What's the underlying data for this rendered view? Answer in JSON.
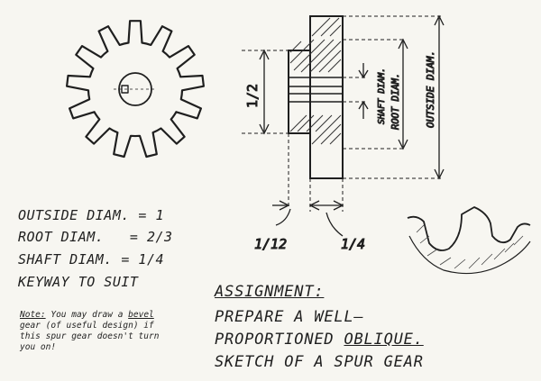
{
  "dimensions": {
    "outside_diam_label": "OUTSIDE DIAM.",
    "root_diam_label": "ROOT DIAM.",
    "shaft_diam_label": "SHAFT DIAM.",
    "half_label": "1/2",
    "left_dim_label": "1/12",
    "right_dim_label": "1/4"
  },
  "specs": {
    "outside": "OUTSIDE DIAM. = 1",
    "root": "ROOT DIAM.   = 2/3",
    "shaft": "SHAFT DIAM. = 1/4",
    "keyway": "KEYWAY TO SUIT"
  },
  "note": {
    "label": "Note:",
    "pre": "You may draw a",
    "bevel": "bevel",
    "post": "gear (of useful design) if this spur gear doesn't turn you on!"
  },
  "assignment": {
    "heading": "ASSIGNMENT:",
    "line1": "PREPARE A WELL—",
    "line2_pre": "PROPORTIONED",
    "line2_oblique": "OBLIQUE.",
    "line3": "SKETCH OF A SPUR GEAR"
  },
  "colors": {
    "ink": "#1f1f1f",
    "paper": "#f7f6f1"
  }
}
